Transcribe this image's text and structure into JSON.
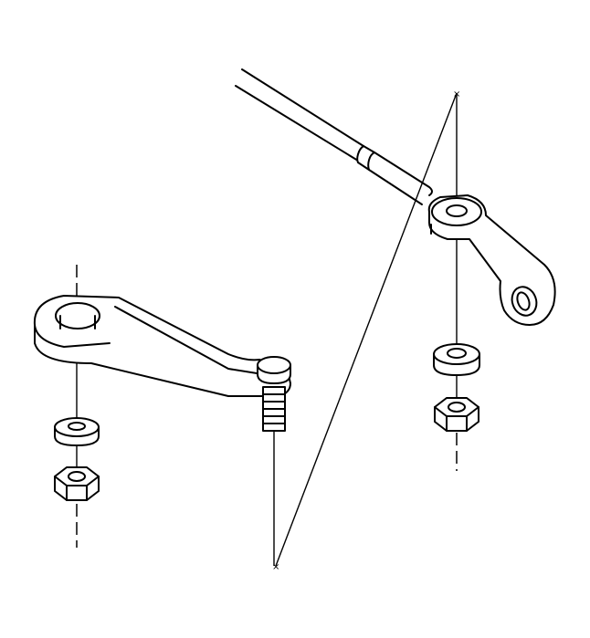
{
  "figure": {
    "kind": "exploded-assembly-line-art",
    "background": "#ffffff",
    "line_color": "#000000",
    "parts": [
      "control-cable",
      "upper-lever-arm",
      "upper-washer",
      "upper-hex-nut",
      "lower-lever-arm",
      "threaded-pin",
      "lower-washer",
      "lower-hex-nut"
    ]
  }
}
